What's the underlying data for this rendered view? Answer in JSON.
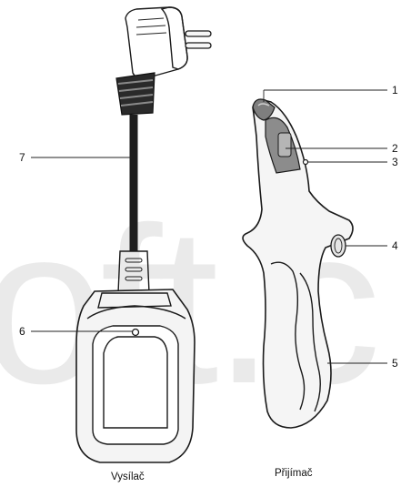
{
  "watermark": {
    "text": "oft.c",
    "color": "#d9d9d9"
  },
  "devices": {
    "transmitter": {
      "caption": "Vysílač"
    },
    "receiver": {
      "caption": "Přijímač"
    }
  },
  "callouts": {
    "c1": "1",
    "c2": "2",
    "c3": "3",
    "c4": "4",
    "c5": "5",
    "c6": "6",
    "c7": "7"
  },
  "colors": {
    "outline": "#1a1a1a",
    "body_light": "#f4f4f4",
    "tip_gray": "#8c8c8c",
    "cable": "#1e1e1e"
  }
}
